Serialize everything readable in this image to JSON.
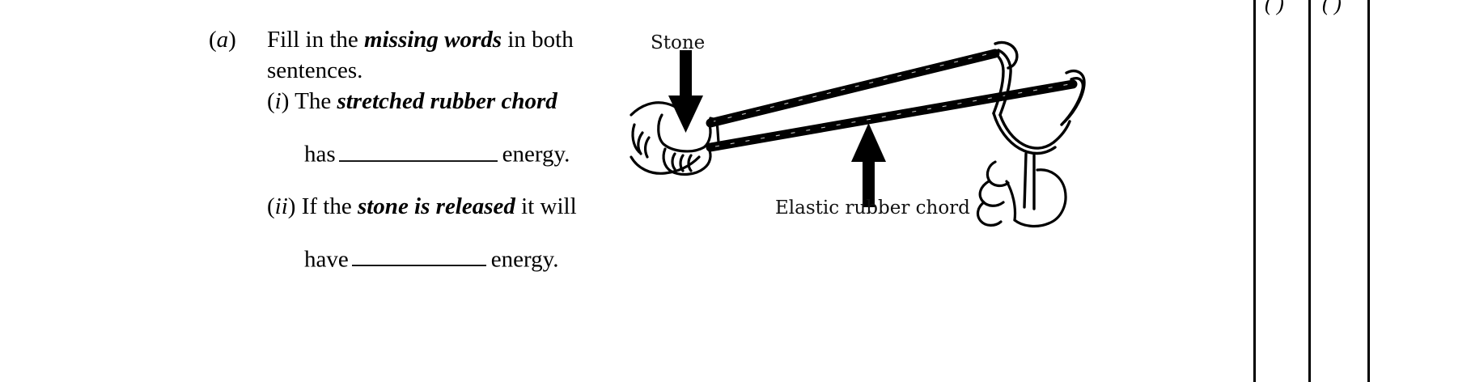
{
  "question": {
    "part_label_open": "(",
    "part_letter": "a",
    "part_label_close": ")",
    "stem_before_bold": "Fill in the ",
    "stem_bold": "missing words",
    "stem_after_bold": " in both",
    "stem_line2": "sentences.",
    "sub_i": {
      "paren_open": "(",
      "numeral": "i",
      "paren_close": ")",
      "text_before_bold": " The ",
      "bold": "stretched rubber chord",
      "answer_prefix": "has",
      "answer_suffix": "energy."
    },
    "sub_ii": {
      "paren_open": "(",
      "numeral": "ii",
      "paren_close": ")",
      "text_before_bold": " If the ",
      "bold": "stone is released",
      "text_after_bold": " it will",
      "answer_prefix": "have",
      "answer_suffix": "energy."
    }
  },
  "figure": {
    "label_stone": "Stone",
    "label_chord": "Elastic rubber chord",
    "arrow_stone_direction": "down",
    "arrow_chord_direction": "up",
    "description": "slingshot-illustration"
  },
  "mark_scheme": {
    "column_1_header": "( )",
    "column_2_header": "( )"
  },
  "colors": {
    "ink": "#000000",
    "rule": "#000000",
    "paper": "#ffffff"
  }
}
